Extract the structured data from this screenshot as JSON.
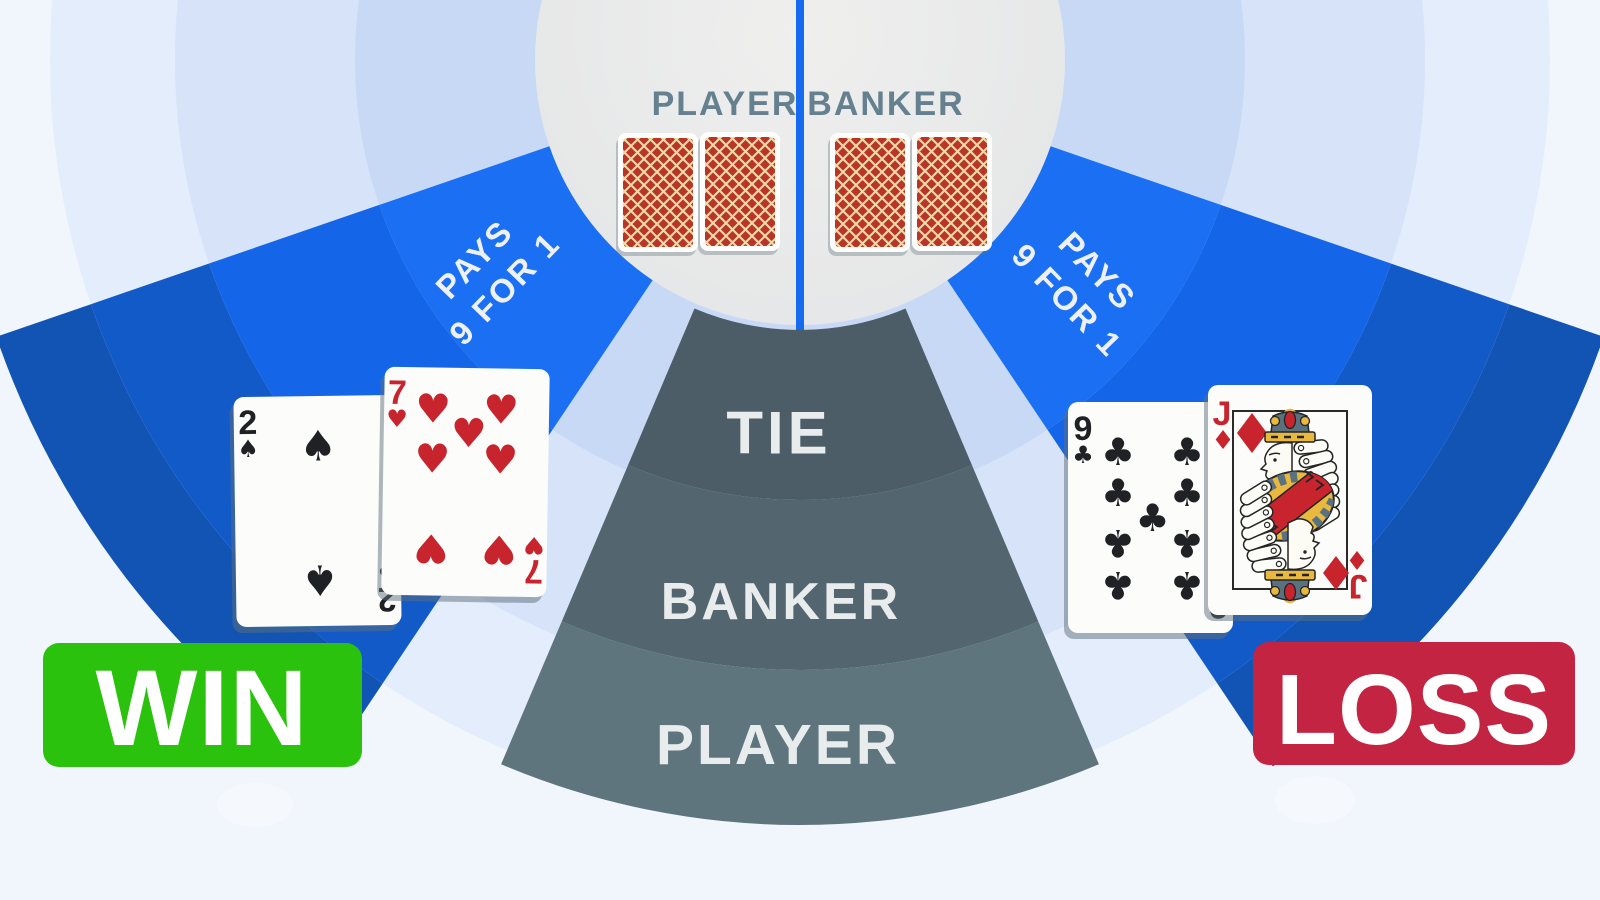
{
  "header": {
    "player_label": "PLAYER",
    "banker_label": "BANKER"
  },
  "payouts": {
    "left": {
      "line1": "PAYS",
      "line2": "9 FOR 1"
    },
    "right": {
      "line1": "PAYS",
      "line2": "9 FOR 1"
    }
  },
  "bet_zones": {
    "tie": "TIE",
    "banker": "BANKER",
    "player": "PLAYER"
  },
  "outcomes": {
    "win": "WIN",
    "loss": "LOSS"
  },
  "hands": {
    "player": [
      {
        "rank": "2",
        "suit": "spades",
        "symbol": "♠",
        "color": "black"
      },
      {
        "rank": "7",
        "suit": "hearts",
        "symbol": "♥",
        "color": "red"
      }
    ],
    "banker": [
      {
        "rank": "9",
        "suit": "clubs",
        "symbol": "♣",
        "color": "black"
      },
      {
        "rank": "J",
        "suit": "diamonds",
        "symbol": "♦",
        "color": "red"
      }
    ],
    "face_down": {
      "player_count": 2,
      "banker_count": 2
    }
  },
  "colors": {
    "bg_outer": "#f1f6fd",
    "ring_3": "#e4edfb",
    "ring_2": "#d6e3f9",
    "ring_1": "#c8d9f6",
    "table_circle": "#e9e9ea",
    "wedge_bright": "#1a6ff2",
    "wedge_medium": "#1565e8",
    "wedge_dark": "#135ac9",
    "wedge_darkest": "#1154b4",
    "divider_blue": "#156af0",
    "tie_zone": "#4d5d67",
    "banker_zone": "#53656f",
    "player_zone": "#5e757e",
    "header_text": "#65818f",
    "win_green": "#2bc20d",
    "loss_red": "#c32442",
    "card_back_red": "#b93529",
    "card_back_lattice": "#eedaa6",
    "suit_red": "#c8242e",
    "suit_black": "#202124"
  }
}
